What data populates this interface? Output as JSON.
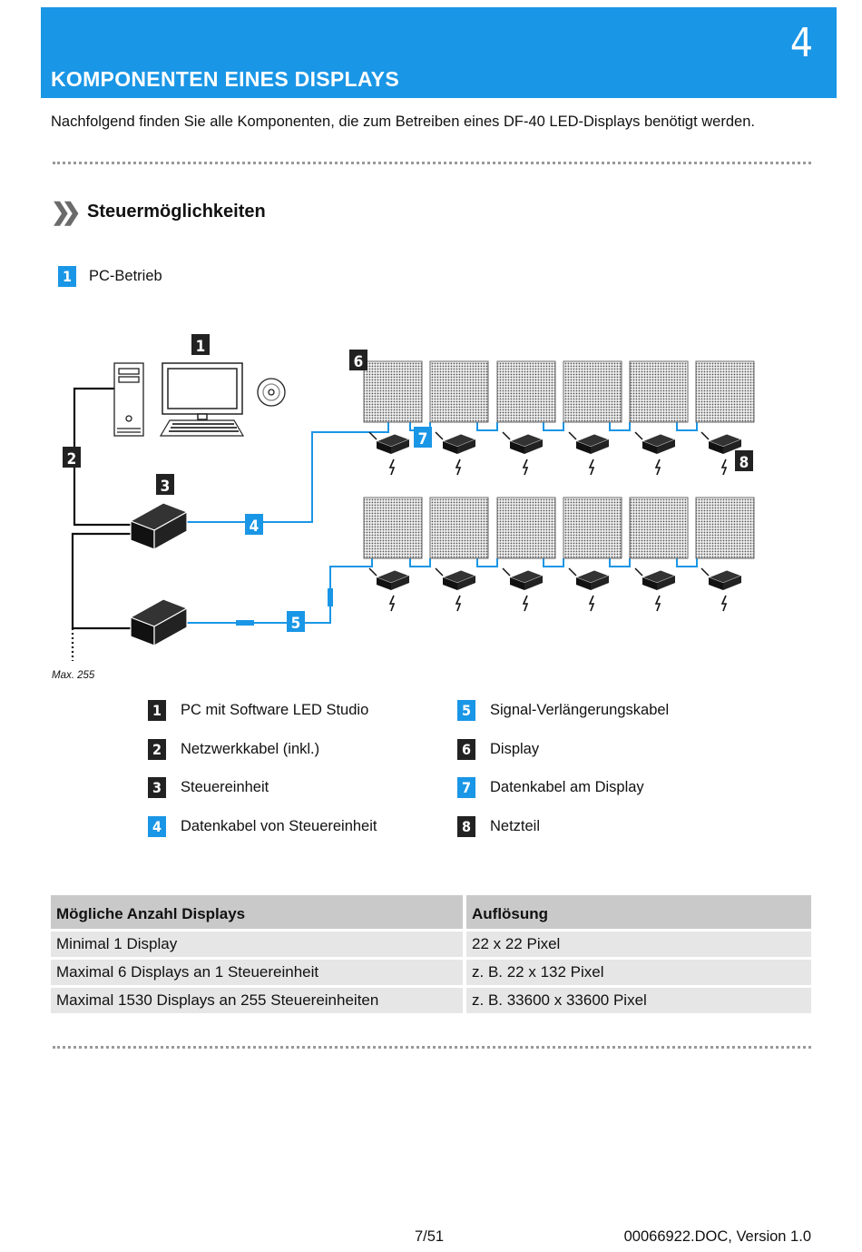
{
  "header": {
    "chapter": "4",
    "title": "KOMPONENTEN EINES DISPLAYS"
  },
  "intro": "Nachfolgend finden Sie alle Komponenten, die zum Betreiben eines DF-40 LED-Displays benötigt werden.",
  "section": {
    "title": "Steuermöglichkeiten",
    "sub_number": "1",
    "sub_label": "PC-Betrieb"
  },
  "diagram": {
    "callouts": [
      "1",
      "2",
      "3",
      "4",
      "5",
      "6",
      "7",
      "8"
    ],
    "max_note": "Max. 255",
    "colors": {
      "cable_blue": "#1a96e6",
      "cable_black": "#111111",
      "display_fill": "#e0e0e0"
    }
  },
  "legend": [
    {
      "num": "1",
      "label": "PC mit Software LED Studio",
      "style": "black"
    },
    {
      "num": "2",
      "label": "Netzwerkkabel (inkl.)",
      "style": "black"
    },
    {
      "num": "3",
      "label": "Steuereinheit",
      "style": "black"
    },
    {
      "num": "4",
      "label": "Datenkabel von Steuereinheit",
      "style": "blue"
    },
    {
      "num": "5",
      "label": "Signal-Verlängerungskabel",
      "style": "blue"
    },
    {
      "num": "6",
      "label": "Display",
      "style": "black"
    },
    {
      "num": "7",
      "label": "Datenkabel am Display",
      "style": "blue"
    },
    {
      "num": "8",
      "label": "Netzteil",
      "style": "black"
    }
  ],
  "table": {
    "headers": [
      "Mögliche Anzahl Displays",
      "Auflösung"
    ],
    "rows": [
      [
        "Minimal 1 Display",
        "22 x 22 Pixel"
      ],
      [
        "Maximal 6 Displays an 1 Steuereinheit",
        "z. B. 22 x 132 Pixel"
      ],
      [
        "Maximal 1530 Displays an 255 Steuereinheiten",
        "z. B. 33600 x 33600 Pixel"
      ]
    ]
  },
  "footer": {
    "page": "7/51",
    "doc": "00066922.DOC, Version 1.0"
  }
}
